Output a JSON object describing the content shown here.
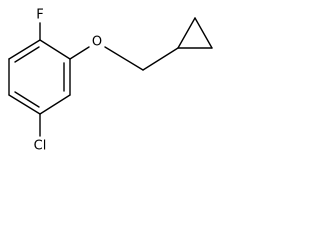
{
  "molecule": {
    "atoms": {
      "fluorine": "F",
      "oxygen": "O",
      "chlorine": "Cl"
    }
  }
}
